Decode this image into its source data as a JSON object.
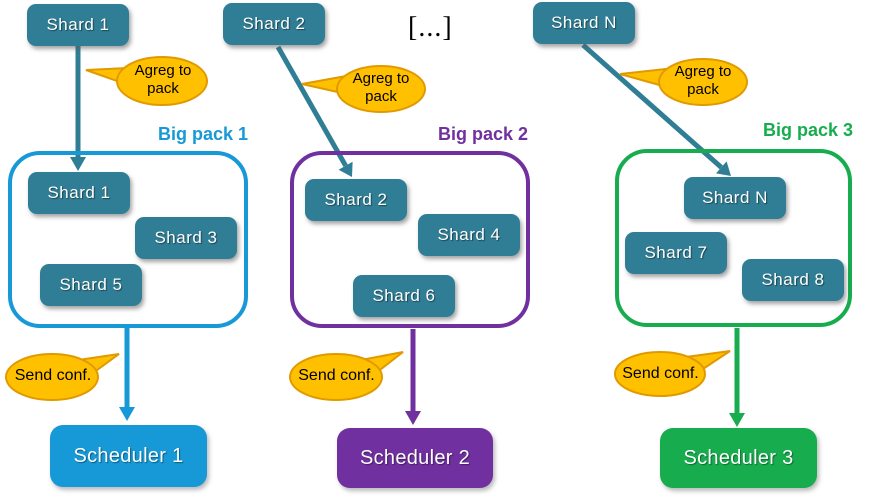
{
  "colors": {
    "teal": "#307E95",
    "blue": "#1699D6",
    "purple": "#7030A0",
    "green": "#17AD4E",
    "bubble_fill": "#FFC000",
    "bubble_border": "#E09900"
  },
  "top_shards": [
    {
      "label": "Shard 1"
    },
    {
      "label": "Shard 2"
    },
    {
      "label": "Shard N"
    }
  ],
  "ellipsis_label": "[...]",
  "callouts": {
    "aggregate": [
      {
        "label": "Agreg to pack"
      },
      {
        "label": "Agreg to pack"
      },
      {
        "label": "Agreg to pack"
      }
    ],
    "send": [
      {
        "label": "Send conf."
      },
      {
        "label": "Send conf."
      },
      {
        "label": "Send conf."
      }
    ]
  },
  "big_packs": [
    {
      "title": "Big pack 1",
      "shards": [
        {
          "label": "Shard 1"
        },
        {
          "label": "Shard 3"
        },
        {
          "label": "Shard 5"
        }
      ]
    },
    {
      "title": "Big pack 2",
      "shards": [
        {
          "label": "Shard 2"
        },
        {
          "label": "Shard 4"
        },
        {
          "label": "Shard 6"
        }
      ]
    },
    {
      "title": "Big pack 3",
      "shards": [
        {
          "label": "Shard N"
        },
        {
          "label": "Shard 7"
        },
        {
          "label": "Shard 8"
        }
      ]
    }
  ],
  "schedulers": [
    {
      "label": "Scheduler 1"
    },
    {
      "label": "Scheduler 2"
    },
    {
      "label": "Scheduler 3"
    }
  ]
}
